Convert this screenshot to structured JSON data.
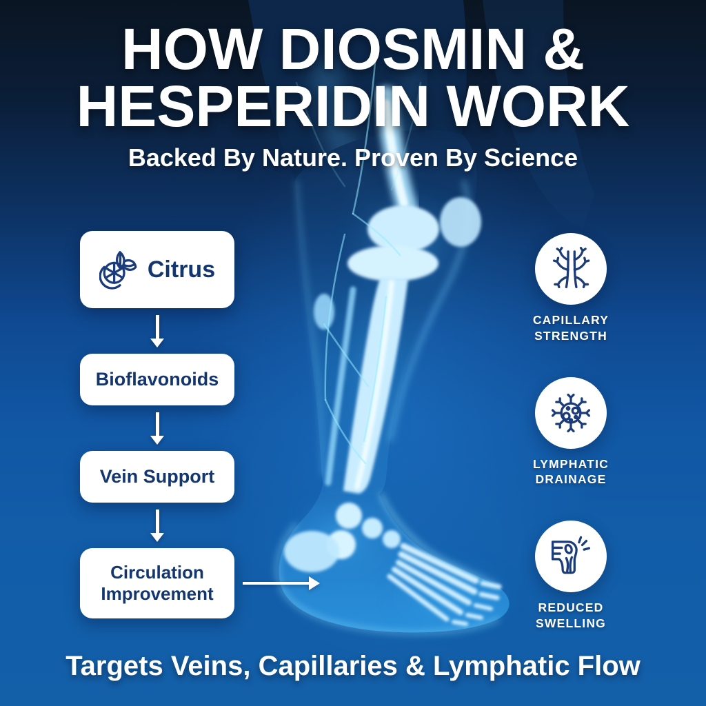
{
  "header": {
    "title_line1": "HOW DIOSMIN &",
    "title_line2": "HESPERIDIN WORK",
    "subtitle": "Backed By Nature. Proven By Science"
  },
  "flowchart": {
    "steps": [
      {
        "label": "Citrus",
        "icon": "citrus-slice-leaf-icon"
      },
      {
        "label": "Bioflavonoids",
        "icon": ""
      },
      {
        "label": "Vein Support",
        "icon": ""
      },
      {
        "label": "Circulation Improvement",
        "icon": ""
      }
    ],
    "connector": "arrow-pointing-to-ankle"
  },
  "benefits": {
    "items": [
      {
        "label": "CAPILLARY STRENGTH",
        "icon": "capillary-branches-icon"
      },
      {
        "label": "LYMPHATIC DRAINAGE",
        "icon": "lymph-cell-icon"
      },
      {
        "label": "REDUCED SWELLING",
        "icon": "knee-joint-pain-icon"
      }
    ]
  },
  "footer": {
    "tagline": "Targets Veins, Capillaries & Lymphatic Flow"
  },
  "illustration": {
    "name": "xray-leg-foot",
    "description": "Translucent blue X-ray style lower leg and foot with glowing bones"
  },
  "colors": {
    "background_top": "#0a1522",
    "background_blue": "#1157a4",
    "box_background": "#ffffff",
    "box_text_navy": "#14366f",
    "icon_navy": "#1b3c78",
    "bone_glow_cyan": "#bfeaff",
    "text_white": "#ffffff"
  }
}
